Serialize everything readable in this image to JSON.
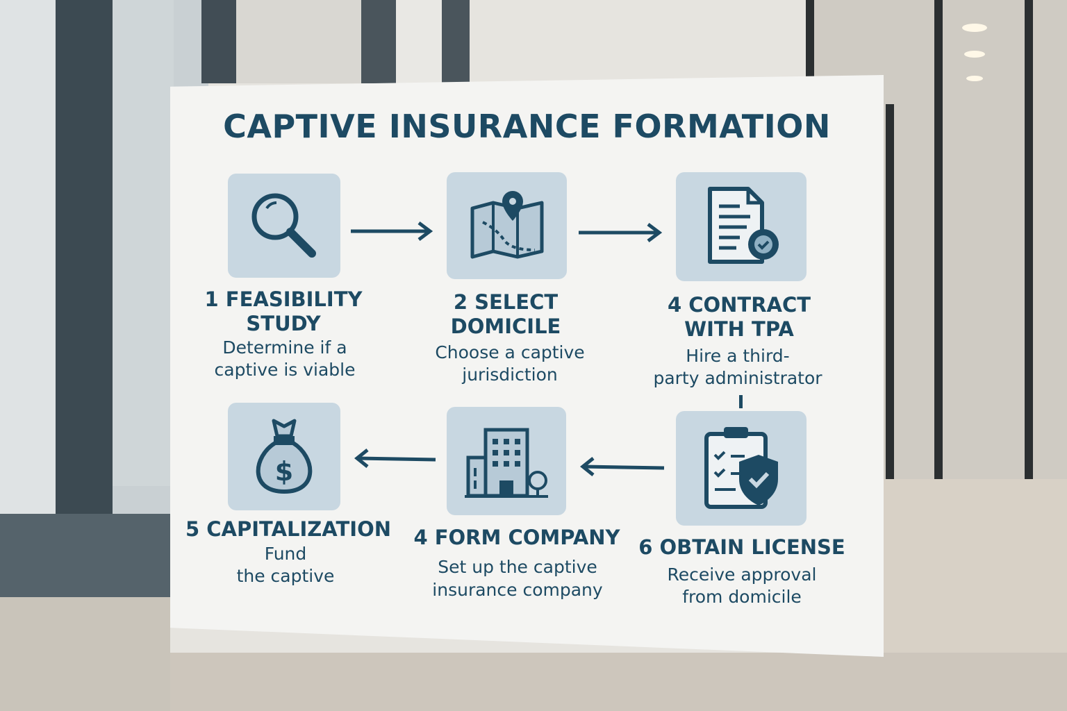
{
  "title": "CAPTIVE INSURANCE FORMATION",
  "colors": {
    "text": "#1d4a63",
    "icon_bg": "#c8d7e1",
    "board": "#f4f4f2"
  },
  "steps": [
    {
      "title_lines": [
        "1 FEASIBILITY",
        "STUDY"
      ],
      "desc_lines": [
        "Determine if a",
        "captive is viable"
      ],
      "icon": "magnifier-icon"
    },
    {
      "title_lines": [
        "2  SELECT",
        "DOMICILE"
      ],
      "desc_lines": [
        "Choose a captive",
        "jurisdiction"
      ],
      "icon": "map-pin-icon"
    },
    {
      "title_lines": [
        "4  CONTRACT",
        "WITH TPA"
      ],
      "desc_lines": [
        "Hire a third-",
        "party administrator"
      ],
      "icon": "document-badge-icon"
    },
    {
      "title_lines": [
        "5 CAPITALIZATION"
      ],
      "desc_lines": [
        "Fund",
        "the captive"
      ],
      "icon": "money-bag-icon"
    },
    {
      "title_lines": [
        "4 FORM COMPANY"
      ],
      "desc_lines": [
        "Set up the captive",
        "insurance company"
      ],
      "icon": "building-icon"
    },
    {
      "title_lines": [
        "6 OBTAIN LICENSE"
      ],
      "desc_lines": [
        "Receive approval",
        "from domicile"
      ],
      "icon": "clipboard-shield-icon"
    }
  ],
  "dollar": "$"
}
